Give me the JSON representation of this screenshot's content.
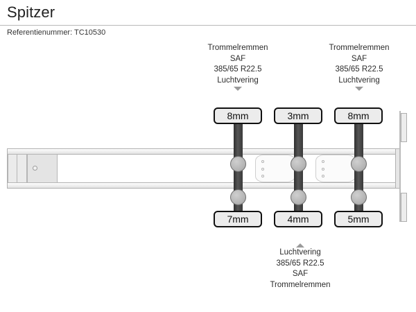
{
  "header": {
    "title": "Spitzer",
    "reference": "Referentienummer: TC10530"
  },
  "annotations": {
    "top_left": {
      "line1": "Trommelremmen",
      "line2": "SAF",
      "line3": "385/65 R22.5",
      "line4": "Luchtvering",
      "arrow": "arrow-down-icon"
    },
    "top_right": {
      "line1": "Trommelremmen",
      "line2": "SAF",
      "line3": "385/65 R22.5",
      "line4": "Luchtvering",
      "arrow": "arrow-down-icon"
    },
    "bottom": {
      "line1": "Luchtvering",
      "line2": "385/65 R22.5",
      "line3": "SAF",
      "line4": "Trommelremmen",
      "arrow": "arrow-up-icon"
    }
  },
  "tread_depths": {
    "top": [
      "8mm",
      "3mm",
      "8mm"
    ],
    "bottom": [
      "7mm",
      "4mm",
      "5mm"
    ]
  },
  "vehicle": {
    "axle_count": 3,
    "type": "semi-trailer-side-view"
  },
  "colors": {
    "badge_border": "#111111",
    "badge_fill": "#ececec",
    "axle_bar": "#3a3a3a",
    "wheel": "#b4b4b4",
    "chassis_rail": "#e2e2e2",
    "rule": "#b8b8b8"
  }
}
